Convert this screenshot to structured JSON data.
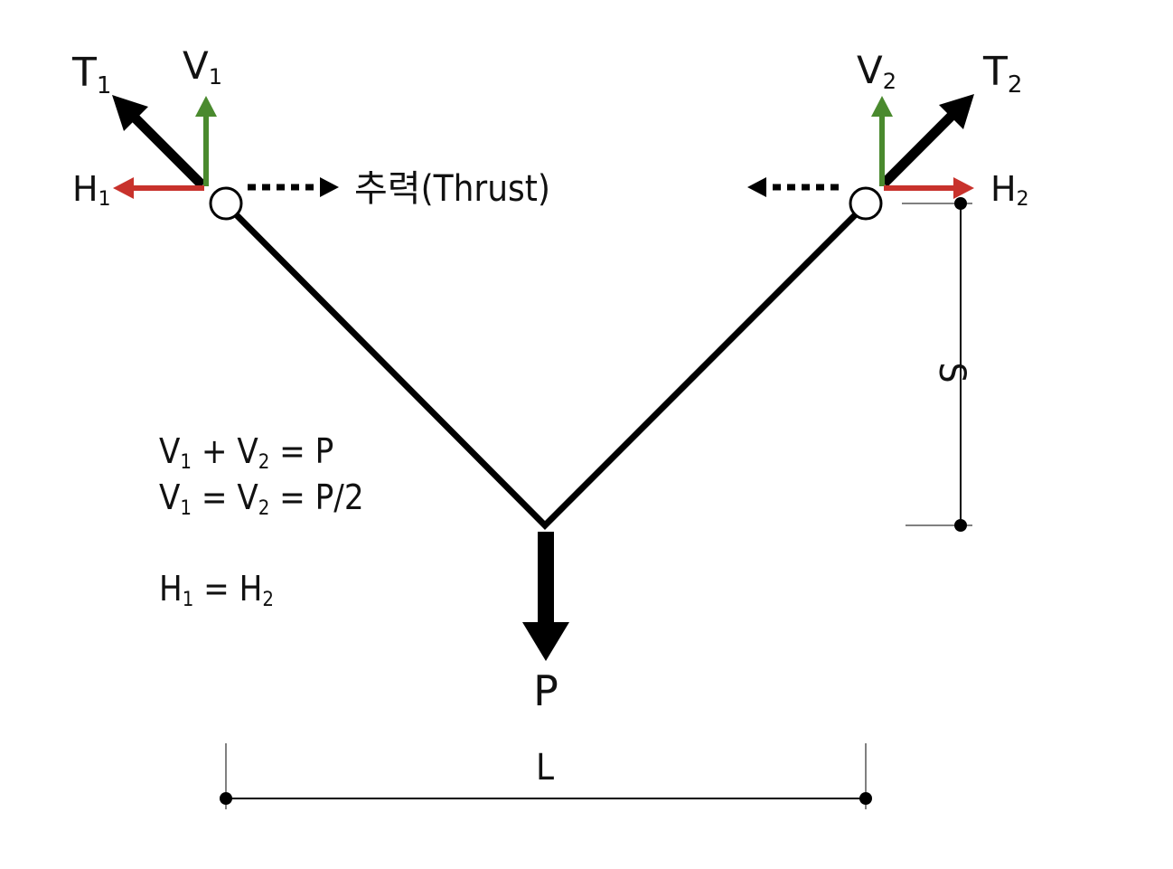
{
  "labels": {
    "t1": "T",
    "t1_sub": "1",
    "v1": "V",
    "v1_sub": "1",
    "h1": "H",
    "h1_sub": "1",
    "t2": "T",
    "t2_sub": "2",
    "v2": "V",
    "v2_sub": "2",
    "h2": "H",
    "h2_sub": "2",
    "thrust": "추력(Thrust)",
    "load": "P",
    "span": "L",
    "sag": "S"
  },
  "equations": {
    "line1": {
      "a": "V",
      "a_sub": "1",
      "op1": " + ",
      "b": "V",
      "b_sub": "2",
      "rhs": " = P"
    },
    "line2": {
      "a": "V",
      "a_sub": "1",
      "op1": " = ",
      "b": "V",
      "b_sub": "2",
      "rhs": " = P/2"
    },
    "line3": {
      "a": "H",
      "a_sub": "1",
      "op1": " = ",
      "b": "H",
      "b_sub": "2",
      "rhs": ""
    }
  },
  "colors": {
    "cable": "#000000",
    "vertical_force": "#4a8a2e",
    "horizontal_force": "#c8322c",
    "tension": "#000000"
  }
}
